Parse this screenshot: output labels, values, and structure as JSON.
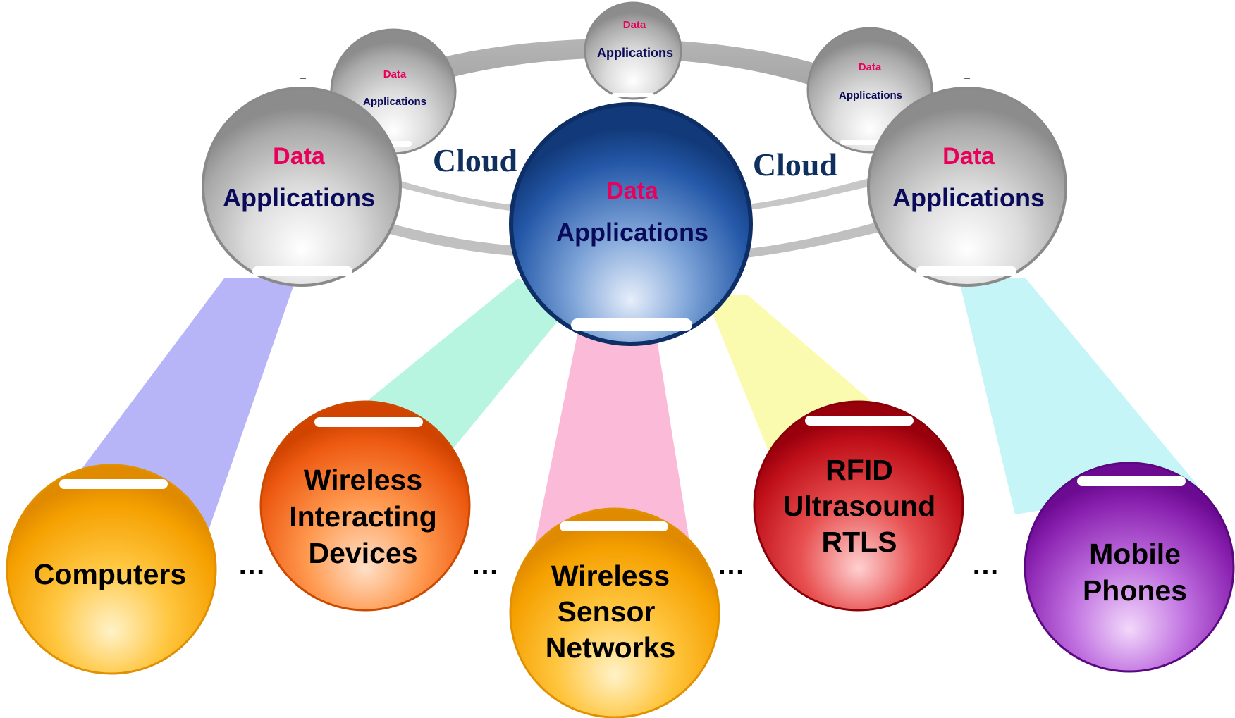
{
  "cloud_nodes": [
    {
      "id": "top-left",
      "data_label": "Data",
      "apps_label": "Applications"
    },
    {
      "id": "top-center",
      "data_label": "Data",
      "apps_label": "Applications"
    },
    {
      "id": "top-right",
      "data_label": "Data",
      "apps_label": "Applications"
    },
    {
      "id": "left",
      "data_label": "Data",
      "apps_label": "Applications"
    },
    {
      "id": "center",
      "data_label": "Data",
      "apps_label": "Applications"
    },
    {
      "id": "right",
      "data_label": "Data",
      "apps_label": "Applications"
    }
  ],
  "cloud_labels": [
    "Cloud",
    "Cloud"
  ],
  "devices": [
    {
      "id": "computers",
      "lines": [
        "Computers"
      ],
      "color": "#f5a300"
    },
    {
      "id": "wireless-interacting-devices",
      "lines": [
        "Wireless",
        "Interacting",
        "Devices"
      ],
      "color": "#f0671e"
    },
    {
      "id": "wireless-sensor-networks",
      "lines": [
        "Wireless",
        "Sensor",
        "Networks"
      ],
      "color": "#f5a300"
    },
    {
      "id": "rfid-ultrasound-rtls",
      "lines": [
        "RFID",
        "Ultrasound",
        "RTLS"
      ],
      "color": "#c4121c"
    },
    {
      "id": "mobile-phones",
      "lines": [
        "Mobile",
        "Phones"
      ],
      "color": "#8a1fa8"
    }
  ],
  "ellipsis": "…",
  "dash": "–",
  "colors": {
    "data_text": "#e8005a",
    "apps_text": "#0a0a5a",
    "cloud_text": "#0f2f5f",
    "grey_sphere": "#9a9a9a",
    "blue_sphere": "#1a4fa0",
    "beam_computers": "#b7b5f7",
    "beam_wireless_devices": "#b8f5e0",
    "beam_sensor_networks": "#fbbad8",
    "beam_rfid": "#fbfbb0",
    "beam_mobile": "#c6f5f8"
  }
}
